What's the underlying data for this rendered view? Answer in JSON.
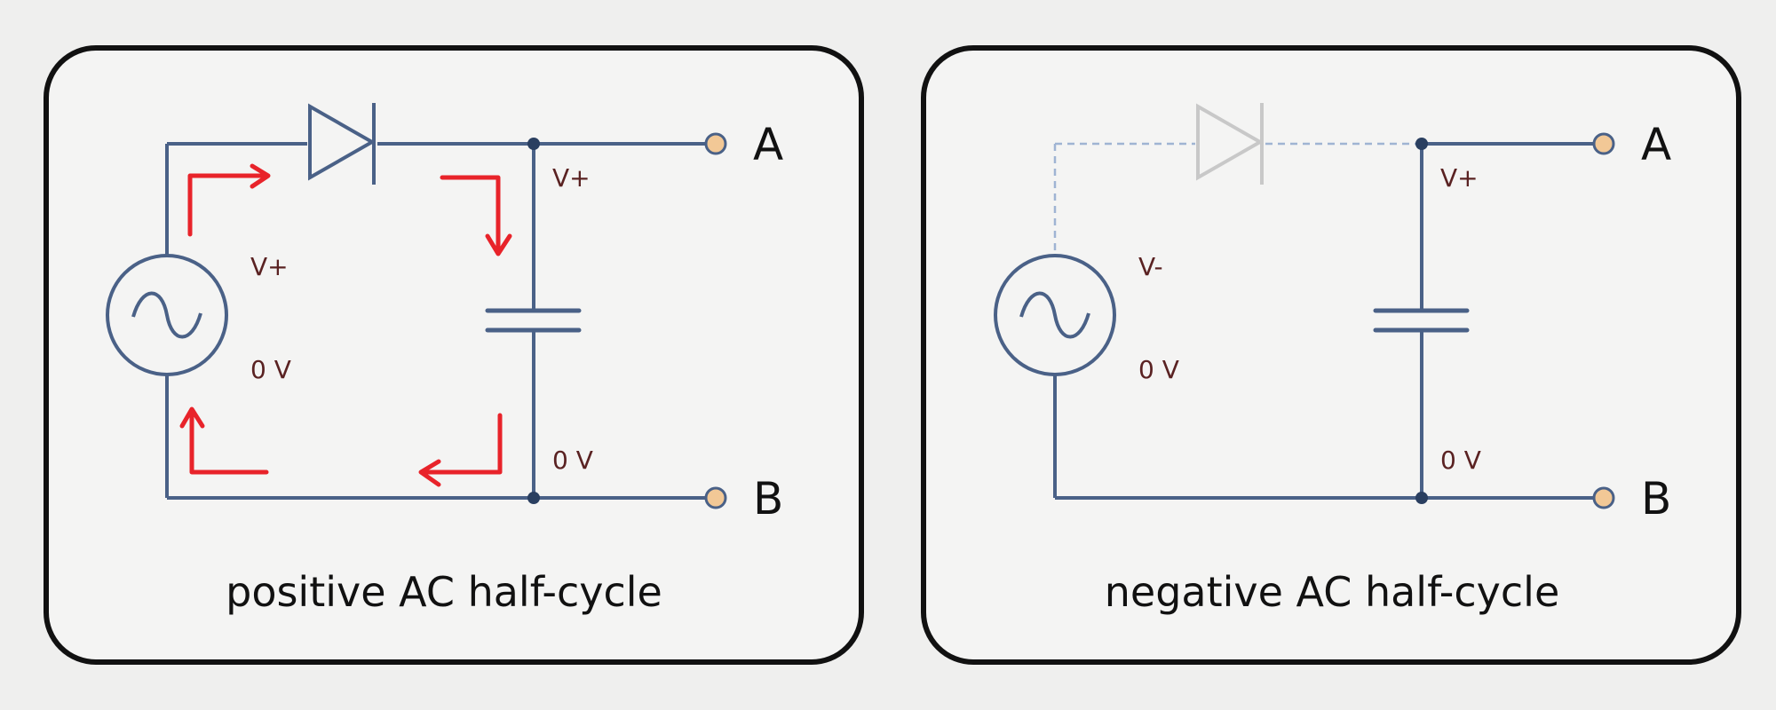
{
  "colors": {
    "wire": "#4a6187",
    "wire_dashed": "#9fb4d3",
    "current_arrow": "#e8232a",
    "terminal_fill": "#f2c896",
    "panel_border": "#111111",
    "panel_fill": "#f4f4f3",
    "faded_diode": "#c8c8c8",
    "label_text": "#5a2222"
  },
  "panels": [
    {
      "caption": "positive AC half-cycle",
      "source_top_label": "V+",
      "source_bottom_label": "0 V",
      "top_rail_label": "V+",
      "bottom_rail_label": "0 V",
      "terminal_a": "A",
      "terminal_b": "B",
      "diode_conducting": true,
      "icons": [
        "ac-source-icon",
        "diode-icon",
        "capacitor-icon",
        "current-arrow-icon"
      ]
    },
    {
      "caption": "negative AC half-cycle",
      "source_top_label": "V-",
      "source_bottom_label": "0 V",
      "top_rail_label": "V+",
      "bottom_rail_label": "0 V",
      "terminal_a": "A",
      "terminal_b": "B",
      "diode_conducting": false,
      "icons": [
        "ac-source-icon",
        "diode-icon",
        "capacitor-icon"
      ]
    }
  ]
}
